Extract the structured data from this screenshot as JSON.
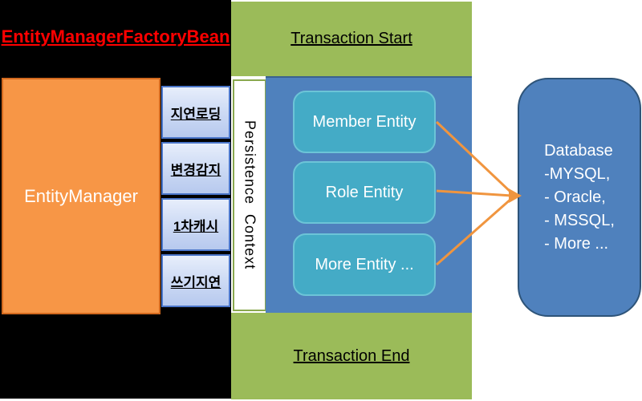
{
  "title": "EntityManagerFactoryBean",
  "entity_manager": {
    "label": "EntityManager"
  },
  "features": [
    {
      "label": "지연로딩"
    },
    {
      "label": "변경감지"
    },
    {
      "label": "1차캐시"
    },
    {
      "label": "쓰기지연"
    }
  ],
  "transaction": {
    "start_label": "Transaction Start",
    "end_label": "Transaction End"
  },
  "persistence_context": {
    "label": "Persistence  Context"
  },
  "entities": [
    {
      "label": "Member Entity"
    },
    {
      "label": "Role Entity"
    },
    {
      "label": "More Entity ..."
    }
  ],
  "database": {
    "lines": [
      "Database",
      "-MYSQL,",
      "- Oracle,",
      "- MSSQL,",
      "- More ..."
    ]
  },
  "colors": {
    "title_red": "#ff0000",
    "black_region": "#000000",
    "orange_fill": "#f79646",
    "orange_border": "#d2691e",
    "green_band": "#9bbb59",
    "blue_container": "#4f81bd",
    "teal_entity": "#44abc6",
    "feature_border": "#4a75c9",
    "arrow_orange": "#f0953f"
  }
}
